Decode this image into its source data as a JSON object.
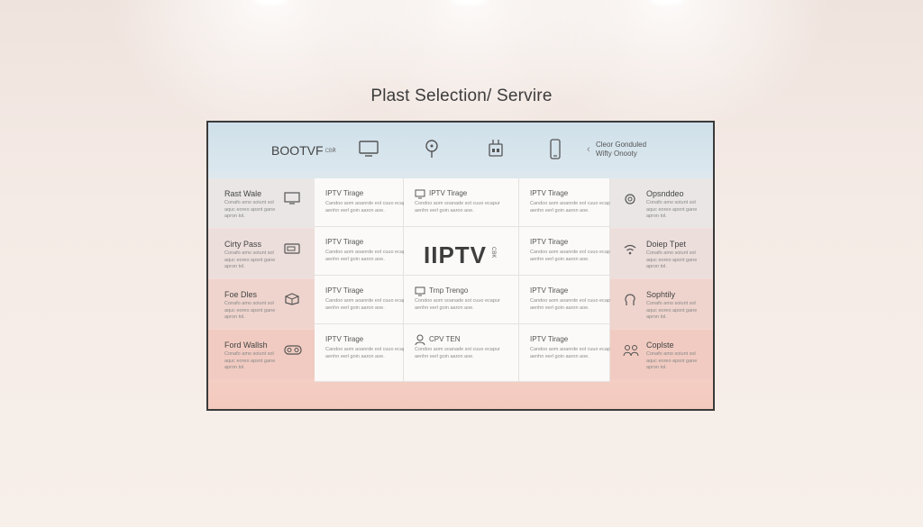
{
  "page": {
    "title": "Plast Selection/ Servire"
  },
  "topbar": {
    "brand": "BOOTVF",
    "brand_sub": "CBK",
    "chevron_left": "›",
    "chevron_right": "‹",
    "icons": [
      "tv-icon",
      "lightbulb-icon",
      "router-icon",
      "phone-icon"
    ],
    "right_text_line1": "Cleor Gonduled",
    "right_text_line2": "Wifty Onooty"
  },
  "left_rows": [
    {
      "title": "Rast Wale",
      "desc": "Conafo amo soiunt sol aquc eoreo apsnt gane apron tol.",
      "icon": "monitor-icon"
    },
    {
      "title": "Cirty Pass",
      "desc": "Conafo amo soiunt sol aquc eoreo apsnt gane apron tol.",
      "icon": "tv-box-icon"
    },
    {
      "title": "Foe Dles",
      "desc": "Conafo amo soiunt sol aquc eoreo apsnt gane apron tol.",
      "icon": "cube-icon"
    },
    {
      "title": "Ford Wallsh",
      "desc": "Conafo amo soiunt sol aquc eoreo apsnt gane apron tol.",
      "icon": "vr-headset-icon"
    }
  ],
  "right_rows": [
    {
      "title": "Opsnddeo",
      "desc": "Conafo amo soiunt sol aquc eoreo apsnt gane apron tol.",
      "icon": "gear-icon"
    },
    {
      "title": "Doiep Tpet",
      "desc": "Conafo amo soiunt sol aquc eoreo apsnt gane apron tol.",
      "icon": "wifi-icon"
    },
    {
      "title": "Sophtily",
      "desc": "Conafo amo soiunt sol aquc eoreo apsnt gane apron tol.",
      "icon": "head-icon"
    },
    {
      "title": "Coplste",
      "desc": "Conafo amo soiunt sol aquc eoreo apsnt gane apron tol.",
      "icon": "people-icon"
    }
  ],
  "cards": [
    {
      "title": "IPTV Tirage",
      "desc": "Candoo aom aoanrde eol cuuo ecapur aenhn eerl goin aaron aoe."
    },
    {
      "title": "IPTV Tirage",
      "desc": "Condoo aom soanade sot cuuo ecapur aenhn eerl goin aaron aoe.",
      "icon": "tv-icon"
    },
    {
      "title": "IPTV Tirage",
      "desc": "Candoo aom aoanrde eol cuuo ecapur aenhn eerl goin aaron aoe."
    },
    {
      "title": "IPTV Tirage",
      "desc": "Candoo aom aoanrde eol cuuo ecapur aenhn eerl goin aaron aoe."
    },
    {
      "title": "IPTV Tirage",
      "desc": "Candoo aom aoanrde eol cuuo ecapur aenhn eerl goin aaron aoe."
    },
    {
      "title": "IPTV Tirage",
      "desc": "Candoo aom aoanrde eol cuuo ecapur aenhn eerl goin aaron aoe."
    },
    {
      "title": "Trnp Trengo",
      "desc": "Condoo aom soanade sot cuuo ecapur aenhn eerl goin aaron aoe.",
      "icon": "tv-icon"
    },
    {
      "title": "IPTV Tirage",
      "desc": "Candoo aom aoanrde eol cuuo ecapur aenhn eerl goin aaron aoe."
    },
    {
      "title": "IPTV Tirage",
      "desc": "Candoo aom aoanrde eol cuuo ecapur aenhn eerl goin aaron aoe."
    },
    {
      "title": "CPV TEN",
      "desc": "Condoo aom soanade sot cuuo ecapur aenhn eerl goin aaron aoe.",
      "icon": "person-icon"
    },
    {
      "title": "IPTV Tirage",
      "desc": "Candoo aom aoanrde eol cuuo ecapur aenhn eerl goin aaron aoe."
    }
  ],
  "center_logo": {
    "text": "IIPTV",
    "sub": "CBK"
  }
}
